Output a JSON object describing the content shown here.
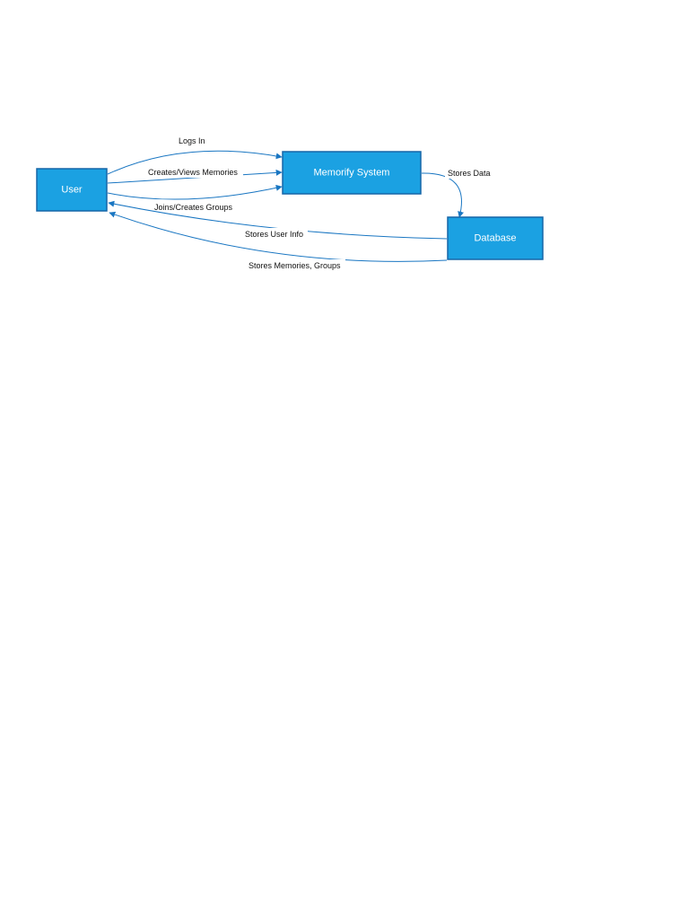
{
  "colors": {
    "node_fill": "#1ba1e2",
    "node_border": "#1666a8",
    "edge": "#1976c2",
    "node_text": "#ffffff",
    "edge_text": "#111111"
  },
  "nodes": {
    "user": {
      "label": "User"
    },
    "system": {
      "label": "Memorify System"
    },
    "database": {
      "label": "Database"
    }
  },
  "edges": {
    "logs_in": {
      "label": "Logs In",
      "from": "User",
      "to": "Memorify System"
    },
    "creates_views": {
      "label": "Creates/Views Memories",
      "from": "User",
      "to": "Memorify System"
    },
    "joins_creates": {
      "label": "Joins/Creates Groups",
      "from": "User",
      "to": "Memorify System"
    },
    "stores_data": {
      "label": "Stores Data",
      "from": "Memorify System",
      "to": "Database"
    },
    "stores_user_info": {
      "label": "Stores User Info",
      "from": "Database",
      "to": "User"
    },
    "stores_memories": {
      "label": "Stores Memories, Groups",
      "from": "Database",
      "to": "User"
    }
  }
}
